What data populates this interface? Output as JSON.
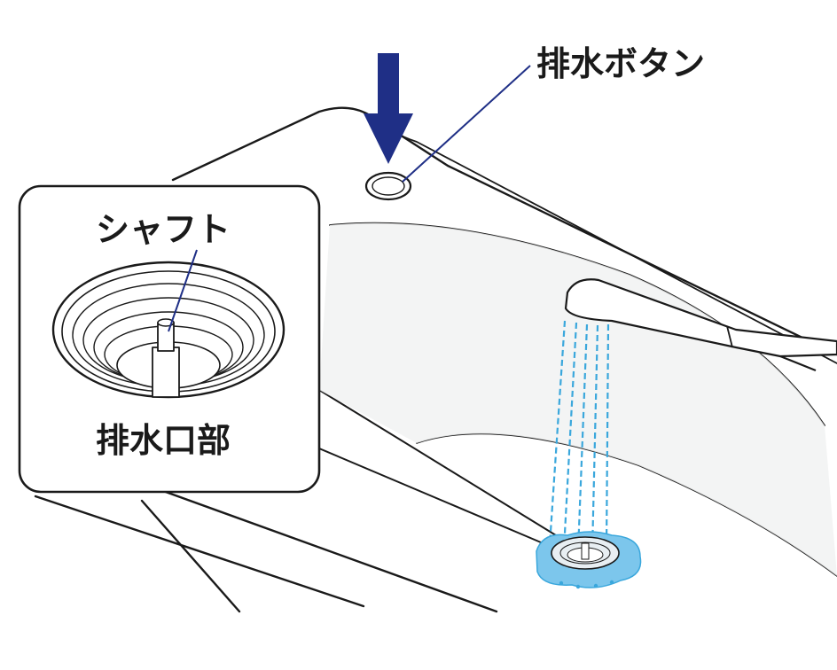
{
  "labels": {
    "drain_button": "排水ボタン",
    "shaft": "シャフト",
    "drain_outlet": "排水口部"
  },
  "colors": {
    "arrow": "#1f2f86",
    "leader": "#1f2f86",
    "water": "#3aa7dc",
    "water_pool": "#7cc6ec",
    "basin_fill": "#f1f2f2",
    "outline": "#1a1a1a"
  },
  "icons": {
    "press_arrow": "down-arrow-icon",
    "water_spray": "water-spray-icon"
  }
}
